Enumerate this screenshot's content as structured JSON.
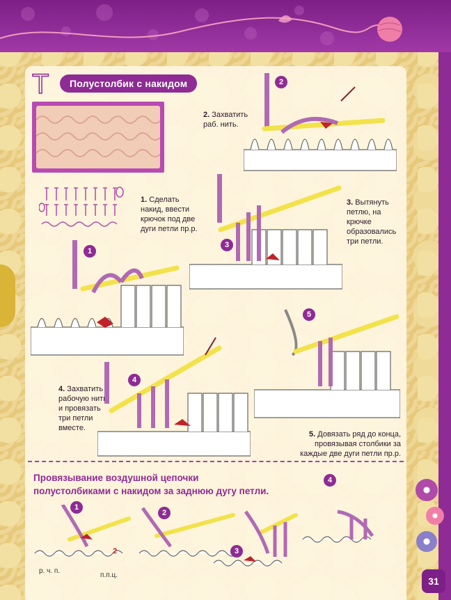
{
  "header": {
    "title": "Полустолбик с накидом",
    "corner_letter": "T"
  },
  "steps": [
    {
      "num": "1",
      "label": "1.",
      "text": "Сделать накид, ввести крючок под две дуги петли пр.р."
    },
    {
      "num": "2",
      "label": "2.",
      "text": "Захватить раб. нить."
    },
    {
      "num": "3",
      "label": "3.",
      "text": "Вытянуть петлю, на крючке образовались три петли."
    },
    {
      "num": "4",
      "label": "4.",
      "text": "Захватить рабочую нить и провязать три петли вместе."
    },
    {
      "num": "5",
      "label": "5.",
      "text": "Довязать ряд до конца, провязывая столбики за каждые две дуги петли пр.р."
    }
  ],
  "section2": {
    "title_line1": "Провязывание воздушной цепочки",
    "title_line2": "полустолбиками с накидом за заднюю дугу петли.",
    "figure_nums": [
      "1",
      "2",
      "3",
      "4"
    ],
    "annot_num": "2",
    "label_chain": "р. ч. п.",
    "label_halfdc": "п.п.ц."
  },
  "page_number": "31",
  "colors": {
    "brand_purple": "#8e2b94",
    "yarn_purple": "#b06ab4",
    "hook_yellow": "#f2e24b",
    "accent_red": "#c0232b"
  }
}
